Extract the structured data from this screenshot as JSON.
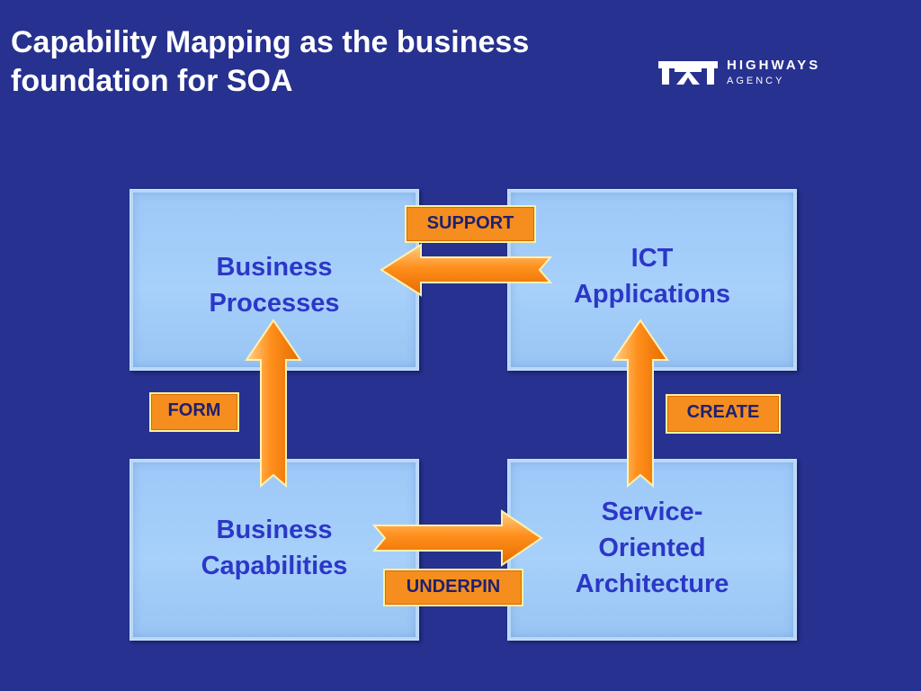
{
  "title_line1": "Capability Mapping as the business",
  "title_line2": "foundation for SOA",
  "logo": {
    "name": "HIGHWAYS",
    "sub": "AGENCY"
  },
  "boxes": {
    "business_processes": [
      "Business",
      "Processes"
    ],
    "ict_applications": [
      "ICT",
      "Applications"
    ],
    "business_capabilities": [
      "Business",
      "Capabilities"
    ],
    "soa": [
      "Service-",
      "Oriented",
      "Architecture"
    ]
  },
  "tags": {
    "support": "SUPPORT",
    "form": "FORM",
    "create": "CREATE",
    "underpin": "UNDERPIN"
  },
  "colors": {
    "background": "#27318f",
    "box_fill": "#a7d0fa",
    "box_text": "#2c37c7",
    "arrow": "#f58e1e",
    "tag_fill": "#f58e1e"
  }
}
